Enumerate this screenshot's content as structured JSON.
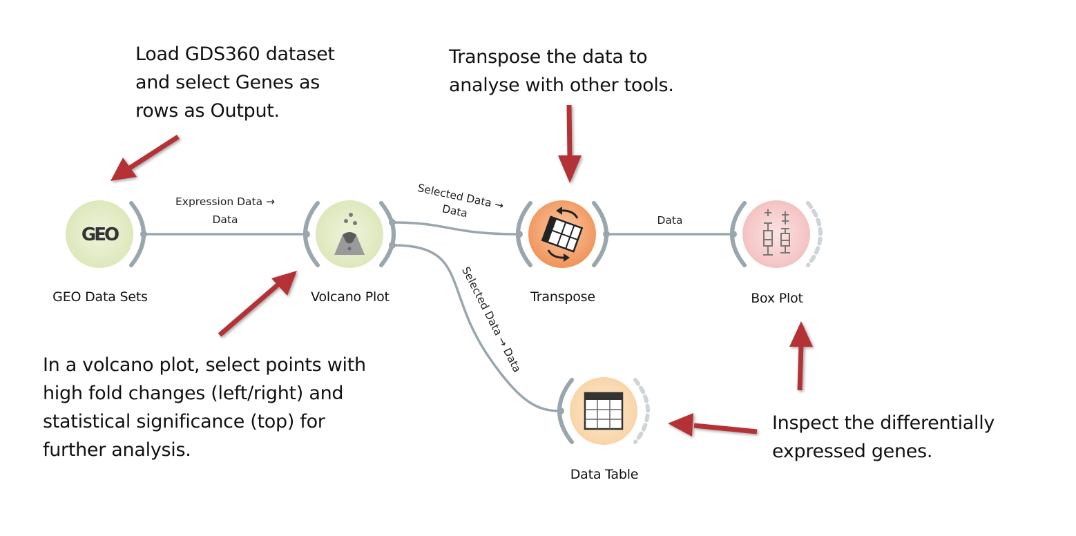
{
  "canvas": {
    "background": "#ffffff",
    "link_color": "#9aa6ae",
    "arrow_color": "#b43236"
  },
  "nodes": [
    {
      "id": "geo",
      "label": "GEO Data Sets",
      "icon": "geo-logo-icon",
      "icon_text": "GEO",
      "fill": "#e2ebc4",
      "inputs": false,
      "outputs": true
    },
    {
      "id": "volcano",
      "label": "Volcano Plot",
      "icon": "volcano-icon",
      "fill": "#e2ebc4",
      "inputs": true,
      "outputs": true
    },
    {
      "id": "transpose",
      "label": "Transpose",
      "icon": "transpose-table-icon",
      "fill": "#f3a16a",
      "inputs": true,
      "outputs": true
    },
    {
      "id": "boxplot",
      "label": "Box Plot",
      "icon": "box-plot-icon",
      "fill": "#f6cccc",
      "inputs": true,
      "outputs": false
    },
    {
      "id": "datatable",
      "label": "Data Table",
      "icon": "table-icon",
      "fill": "#fbdcb4",
      "inputs": true,
      "outputs": false
    }
  ],
  "links": [
    {
      "from": "geo",
      "to": "volcano",
      "label_lines": [
        "Expression Data →",
        "Data"
      ]
    },
    {
      "from": "volcano",
      "to": "transpose",
      "label_lines": [
        "Selected Data →",
        "Data"
      ]
    },
    {
      "from": "transpose",
      "to": "boxplot",
      "label_lines": [
        "Data"
      ]
    },
    {
      "from": "volcano",
      "to": "datatable",
      "label_lines": [
        "Selected Data → Data"
      ]
    }
  ],
  "annotations": {
    "load": "Load GDS360 dataset\nand select Genes as\nrows as Output.",
    "transpose": "Transpose the data to\nanalyse with other tools.",
    "volcano": "In a volcano plot, select points with\nhigh fold changes (left/right) and\nstatistical significance (top) for\nfurther analysis.",
    "inspect": "Inspect the differentially\nexpressed genes."
  }
}
